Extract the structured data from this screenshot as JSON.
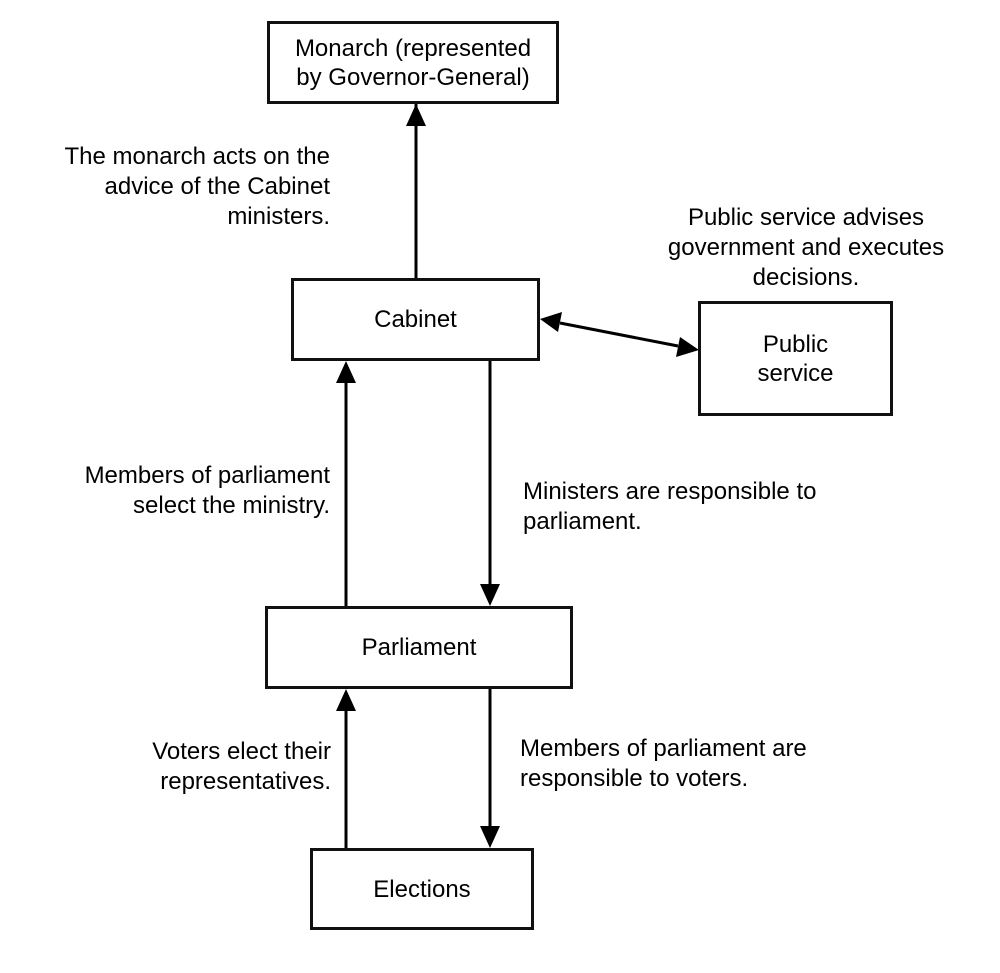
{
  "diagram": {
    "nodes": {
      "monarch": "Monarch (represented\nby Governor-General)",
      "cabinet": "Cabinet",
      "public_service": "Public\nservice",
      "parliament": "Parliament",
      "elections": "Elections"
    },
    "edges": [
      {
        "from": "cabinet",
        "to": "monarch",
        "direction": "forward",
        "label": "The monarch acts on the\nadvice of the Cabinet\nministers."
      },
      {
        "from": "cabinet",
        "to": "public_service",
        "direction": "both",
        "label": "Public service advises\ngovernment and executes\ndecisions."
      },
      {
        "from": "parliament",
        "to": "cabinet",
        "direction": "forward",
        "label": "Members of parliament\nselect the ministry."
      },
      {
        "from": "cabinet",
        "to": "parliament",
        "direction": "forward",
        "label": "Ministers are responsible to\nparliament."
      },
      {
        "from": "elections",
        "to": "parliament",
        "direction": "forward",
        "label": "Voters elect their\nrepresentatives."
      },
      {
        "from": "parliament",
        "to": "elections",
        "direction": "forward",
        "label": "Members of parliament are\nresponsible to voters."
      }
    ]
  }
}
